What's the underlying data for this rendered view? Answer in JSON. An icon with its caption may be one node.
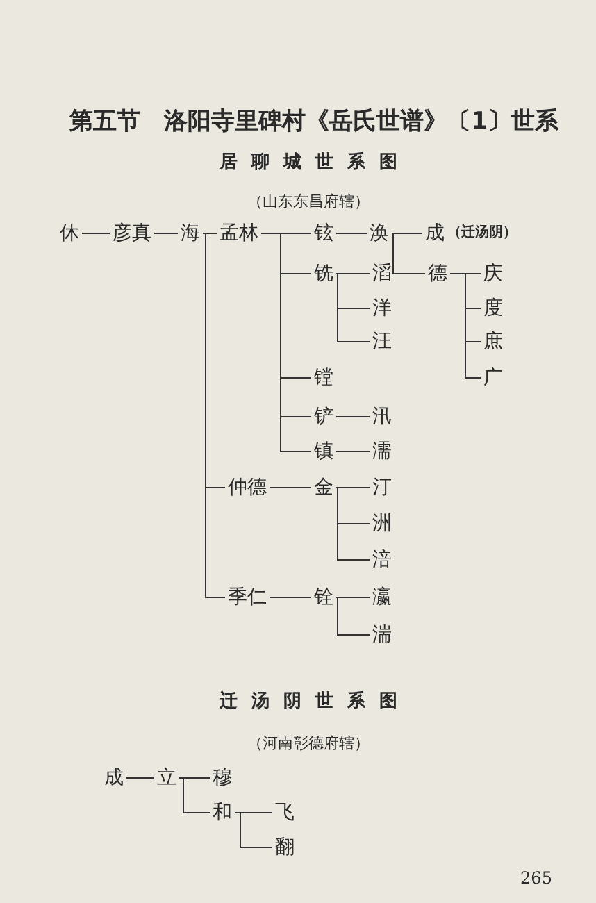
{
  "diagram": {
    "title": "第五节　洛阳寺里碑村《岳氏世谱》〔1〕世系",
    "nodes": [
      {
        "text": [
          "休"
        ]
      },
      {
        "text": [
          "彦真"
        ]
      },
      {
        "text": [
          "海"
        ]
      },
      {
        "text": [
          "孟林"
        ]
      },
      {
        "text": [
          "铉"
        ]
      },
      {
        "text": [
          "涣"
        ]
      },
      {
        "text": [
          "成"
        ],
        "beside": [
          "（迁汤阴）"
        ]
      },
      {
        "text": [
          "铣"
        ]
      },
      {
        "text": [
          "滔"
        ]
      },
      {
        "text": [
          "德"
        ]
      },
      {
        "text": [
          "庆"
        ]
      },
      {
        "text": [
          "洋"
        ]
      },
      {
        "text": [
          "度"
        ]
      },
      {
        "text": [
          "汪"
        ]
      },
      {
        "text": [
          "庶"
        ]
      },
      {
        "text": [
          "镗"
        ]
      },
      {
        "text": [
          "广"
        ]
      },
      {
        "text": [
          "铲"
        ]
      },
      {
        "text": [
          "汛"
        ]
      },
      {
        "text": [
          "镇"
        ]
      },
      {
        "text": [
          "濡"
        ]
      },
      {
        "text": [
          "仲德"
        ]
      },
      {
        "text": [
          "金"
        ]
      },
      {
        "text": [
          "汀"
        ]
      },
      {
        "text": [
          "洲"
        ]
      },
      {
        "text": [
          "涪"
        ]
      },
      {
        "text": [
          "季仁"
        ]
      },
      {
        "text": [
          "铨"
        ]
      },
      {
        "text": [
          "瀛"
        ]
      },
      {
        "text": [
          "湍"
        ]
      },
      {
        "text": [
          "成"
        ]
      },
      {
        "text": [
          "立"
        ]
      },
      {
        "text": [
          "穆"
        ]
      },
      {
        "text": [
          "和"
        ]
      },
      {
        "text": [
          "飞"
        ]
      },
      {
        "text": [
          "翻"
        ]
      }
    ],
    "edges": [
      {
        "from": 0,
        "to": 1,
        "arrow": "none"
      },
      {
        "from": 1,
        "to": 2,
        "arrow": "none"
      },
      {
        "from": 2,
        "to": 3,
        "arrow": "none"
      },
      {
        "from": 2,
        "to": 21,
        "arrow": "none"
      },
      {
        "from": 2,
        "to": 26,
        "arrow": "none"
      },
      {
        "from": 3,
        "to": 4,
        "arrow": "none"
      },
      {
        "from": 3,
        "to": 7,
        "arrow": "none"
      },
      {
        "from": 3,
        "to": 15,
        "arrow": "none"
      },
      {
        "from": 3,
        "to": 17,
        "arrow": "none"
      },
      {
        "from": 3,
        "to": 19,
        "arrow": "none"
      },
      {
        "from": 4,
        "to": 5,
        "arrow": "none"
      },
      {
        "from": 5,
        "to": 6,
        "arrow": "none"
      },
      {
        "from": 5,
        "to": 9,
        "arrow": "none"
      },
      {
        "from": 7,
        "to": 8,
        "arrow": "none"
      },
      {
        "from": 7,
        "to": 11,
        "arrow": "none"
      },
      {
        "from": 7,
        "to": 13,
        "arrow": "none"
      },
      {
        "from": 9,
        "to": 10,
        "arrow": "none"
      },
      {
        "from": 9,
        "to": 12,
        "arrow": "none"
      },
      {
        "from": 9,
        "to": 14,
        "arrow": "none"
      },
      {
        "from": 9,
        "to": 16,
        "arrow": "none"
      },
      {
        "from": 17,
        "to": 18,
        "arrow": "none"
      },
      {
        "from": 19,
        "to": 20,
        "arrow": "none"
      },
      {
        "from": 21,
        "to": 22,
        "arrow": "none"
      },
      {
        "from": 22,
        "to": 23,
        "arrow": "none"
      },
      {
        "from": 22,
        "to": 24,
        "arrow": "none"
      },
      {
        "from": 22,
        "to": 25,
        "arrow": "none"
      },
      {
        "from": 26,
        "to": 27,
        "arrow": "none"
      },
      {
        "from": 27,
        "to": 28,
        "arrow": "none"
      },
      {
        "from": 27,
        "to": 29,
        "arrow": "none"
      },
      {
        "from": 30,
        "to": 31,
        "arrow": "none"
      },
      {
        "from": 31,
        "to": 32,
        "arrow": "none"
      },
      {
        "from": 31,
        "to": 33,
        "arrow": "none"
      },
      {
        "from": 33,
        "to": 34,
        "arrow": "none"
      },
      {
        "from": 33,
        "to": 35,
        "arrow": "none"
      }
    ],
    "labels": [
      "居聊城世系图",
      "（山东东昌府辖）",
      "迁汤阴世系图",
      "（河南彰德府辖）",
      "265"
    ]
  }
}
